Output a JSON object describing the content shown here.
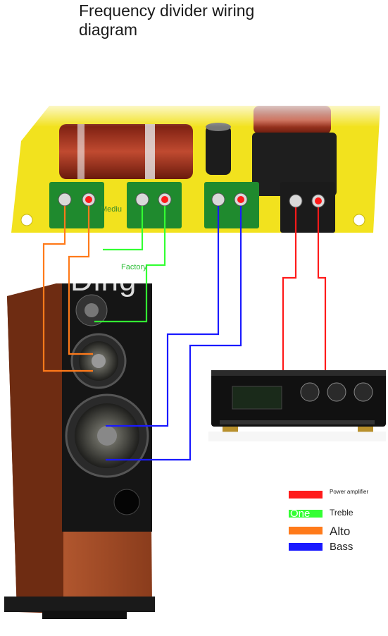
{
  "title": "Frequency divider wiring diagram",
  "watermark": "Ding",
  "board": {
    "mid_label": "Mediu",
    "factory_label": "Factory"
  },
  "legend": [
    {
      "label": "Power amplifier",
      "color": "#ff1a1a",
      "swatch_text": ""
    },
    {
      "label": "Treble",
      "color": "#33ff33",
      "swatch_text": "One"
    },
    {
      "label": "Alto",
      "color": "#ff7a1a",
      "swatch_text": ""
    },
    {
      "label": "Bass",
      "color": "#1a1aff",
      "swatch_text": ""
    }
  ],
  "colors": {
    "power": "#ff1a1a",
    "treble": "#33ff33",
    "alto": "#ff7a1a",
    "bass": "#1a1aff",
    "board": "#f2e21e",
    "cabinet": "#9a4424",
    "baffle": "#151515"
  }
}
